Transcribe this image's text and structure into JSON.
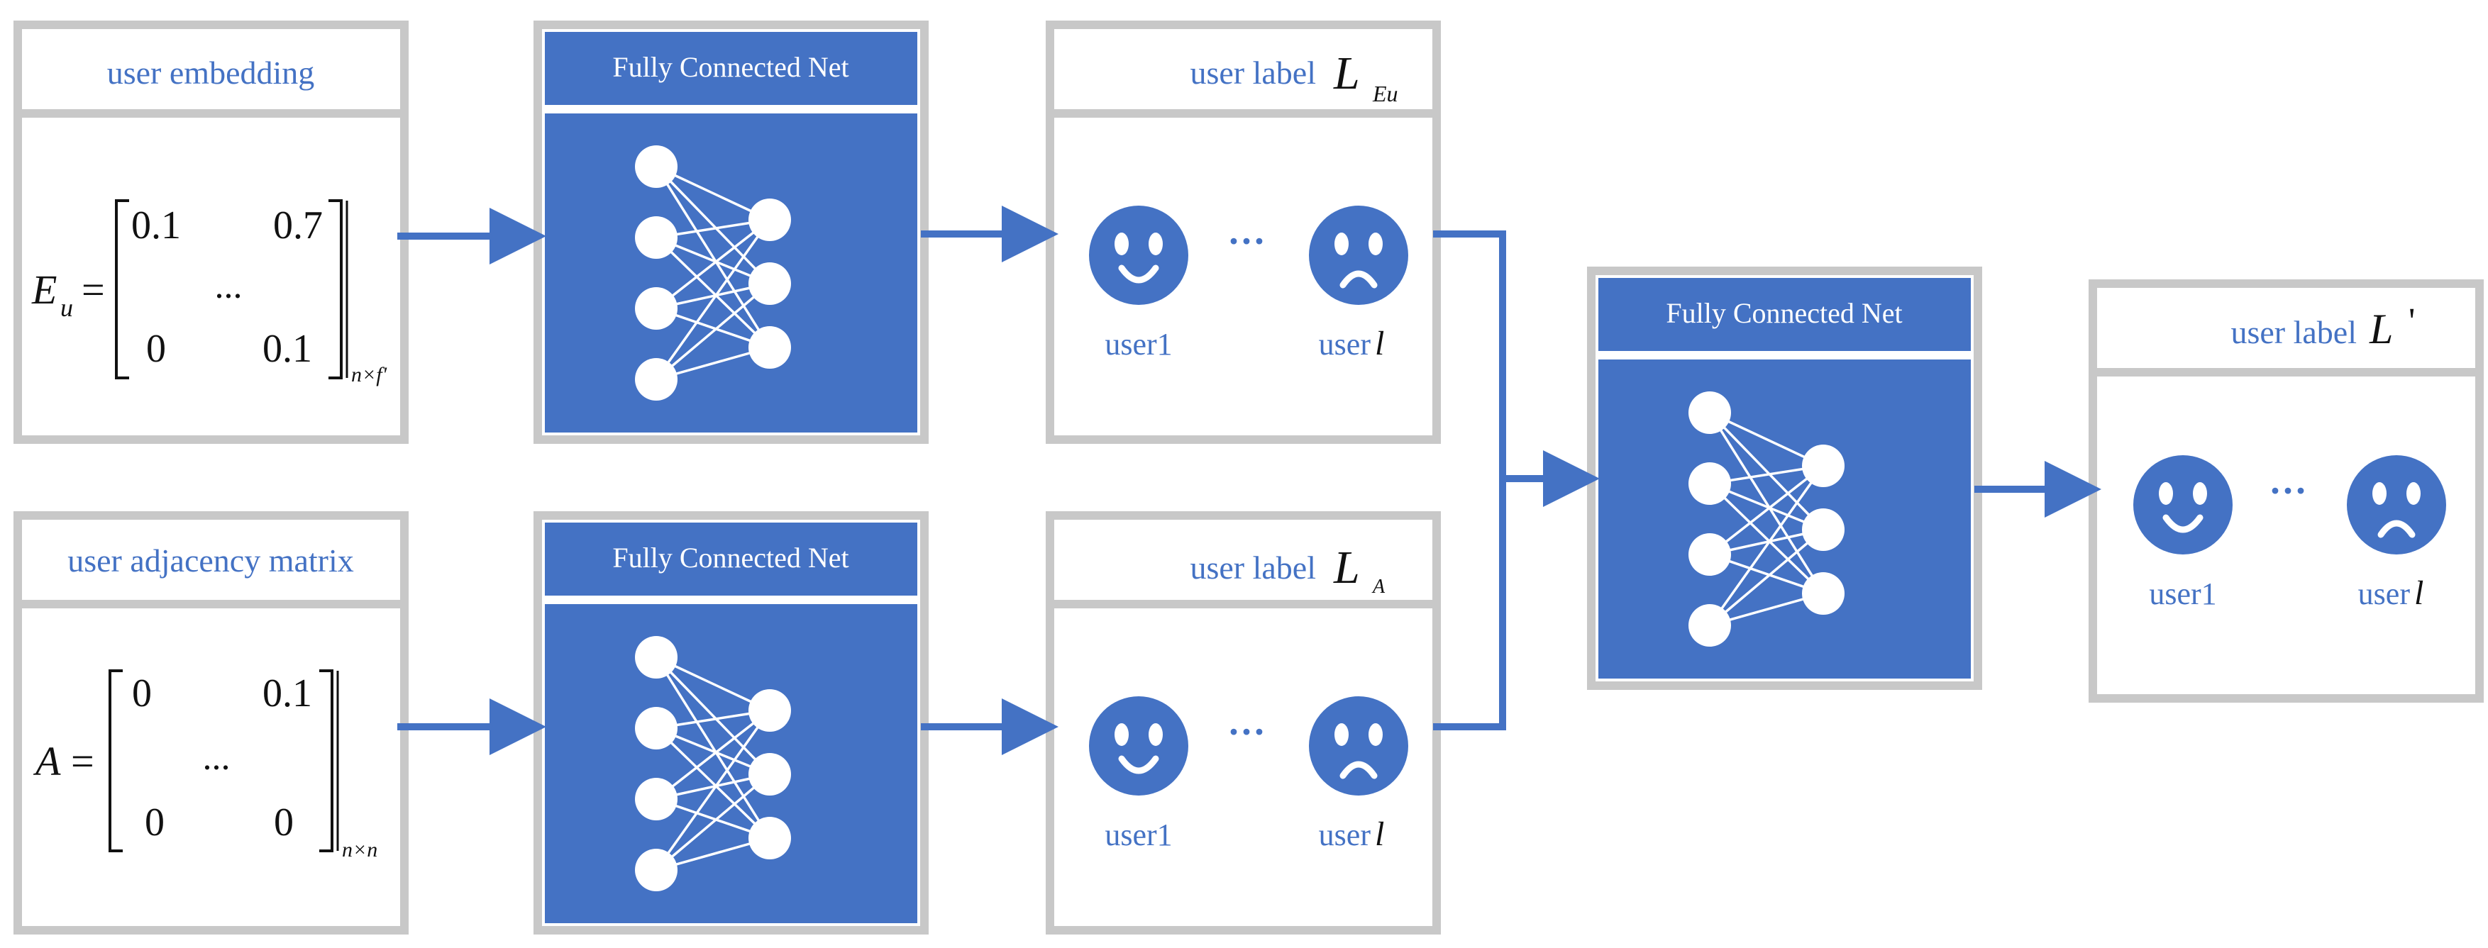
{
  "colors": {
    "accent": "#4472C4",
    "border": "#C8C8C8",
    "text_dark": "#111111",
    "white": "#FFFFFF"
  },
  "inputs": {
    "embedding": {
      "title": "user embedding",
      "lhs": "E",
      "lhs_sub": "u",
      "eq": "=",
      "matrix": {
        "r1c1": "0.1",
        "r1c2": "0.7",
        "middle": "...",
        "r2c1": "0",
        "r2c2": "0.1"
      },
      "dims": "n×f'"
    },
    "adjacency": {
      "title": "user adjacency matrix",
      "lhs": "A",
      "eq": "=",
      "matrix": {
        "r1c1": "0",
        "r1c2": "0.1",
        "middle": "...",
        "r2c1": "0",
        "r2c2": "0"
      },
      "dims": "n×n"
    }
  },
  "networks": {
    "top": {
      "title": "Fully Connected Net"
    },
    "bottom": {
      "title": "Fully Connected Net"
    },
    "merge": {
      "title": "Fully Connected Net"
    }
  },
  "outputs": {
    "top": {
      "title": "user label",
      "symbol": "L",
      "subscript": "Eu",
      "first_user": "user1",
      "last_user_prefix": "user",
      "last_user_index": "l",
      "ellipsis": "···",
      "icons": [
        "smiley-face-icon",
        "sad-face-icon"
      ]
    },
    "bottom": {
      "title": "user label",
      "symbol": "L",
      "subscript": "A",
      "first_user": "user1",
      "last_user_prefix": "user",
      "last_user_index": "l",
      "ellipsis": "···",
      "icons": [
        "smiley-face-icon",
        "sad-face-icon"
      ]
    },
    "final": {
      "title": "user label",
      "symbol": "L",
      "prime": "'",
      "first_user": "user1",
      "last_user_prefix": "user",
      "last_user_index": "l",
      "ellipsis": "···",
      "icons": [
        "smiley-face-icon",
        "sad-face-icon"
      ]
    }
  }
}
